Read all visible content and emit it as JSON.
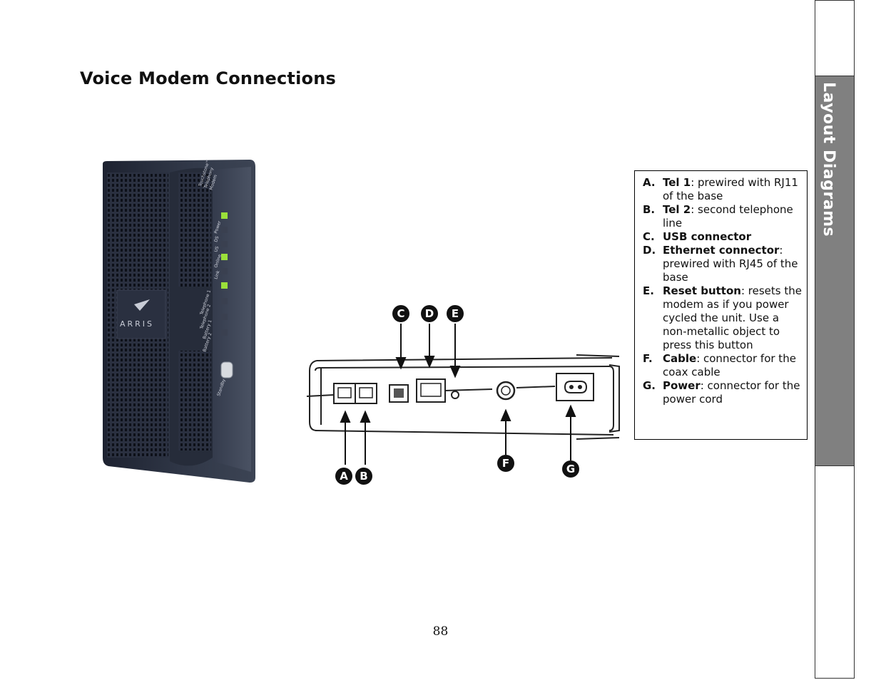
{
  "page": {
    "title": "Voice Modem Connections",
    "side_tab": "Layout Diagrams",
    "page_number": "88"
  },
  "modem": {
    "brand": "ARRIS",
    "model_lines": [
      "Touchstone™",
      "Telephony",
      "Modem"
    ],
    "indicators": [
      "Power",
      "DS",
      "US",
      "Online",
      "Link",
      "Telephone 1",
      "Telephone 2",
      "Battery 1",
      "Battery 2"
    ],
    "standby_label": "Standby"
  },
  "callouts": [
    "A",
    "B",
    "C",
    "D",
    "E",
    "F",
    "G"
  ],
  "legend": [
    {
      "letter": "A.",
      "term": "Tel 1",
      "text": ": prewired with RJ11 of the base"
    },
    {
      "letter": "B.",
      "term": "Tel 2",
      "text": ": second telephone line"
    },
    {
      "letter": "C.",
      "term": "USB connector",
      "text": ""
    },
    {
      "letter": "D.",
      "term": "Ethernet connector",
      "text": ": prewired with RJ45 of the base"
    },
    {
      "letter": "E.",
      "term": "Reset button",
      "text": ": resets the modem as if you power cycled the unit. Use a non-metallic object to press this button"
    },
    {
      "letter": "F.",
      "term": "Cable",
      "text": ": connector for the coax cable"
    },
    {
      "letter": "G.",
      "term": "Power",
      "text": ": connector for the power cord"
    }
  ],
  "colors": {
    "led_on": "#9be03a",
    "modem_body": "#2b3140",
    "tab_active": "#808080"
  }
}
